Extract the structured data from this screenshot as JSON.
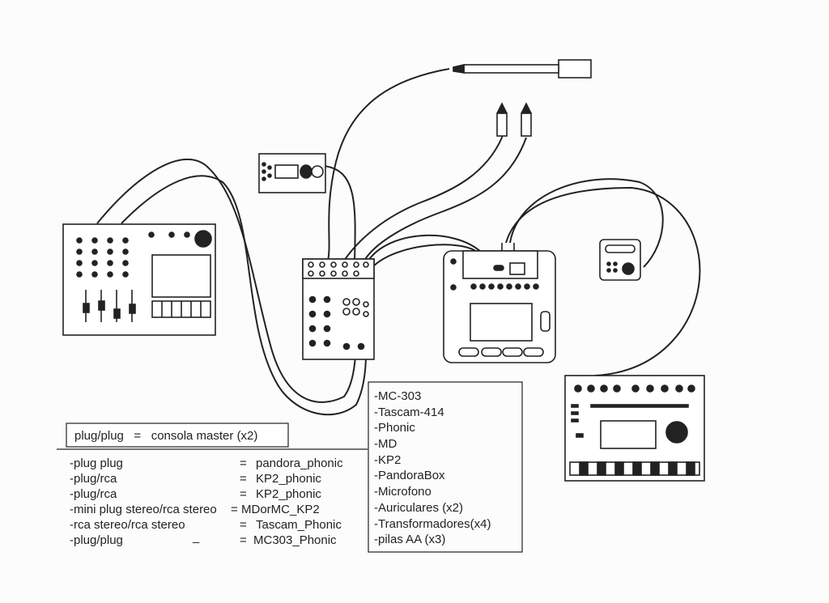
{
  "connection_legend": {
    "header": {
      "from": "plug/plug",
      "sep": "=",
      "to": "consola master (x2)"
    },
    "rows": [
      {
        "from": "-plug plug",
        "to": "pandora_phonic",
        "mark": ""
      },
      {
        "from": "-plug/rca",
        "to": "KP2_phonic",
        "mark": ""
      },
      {
        "from": "-plug/rca",
        "to": "KP2_phonic",
        "mark": ""
      },
      {
        "from": "-mini plug stereo/rca stereo",
        "to": "MDorMC_KP2",
        "mark": ""
      },
      {
        "from": "-rca stereo/rca stereo",
        "to": "Tascam_Phonic",
        "mark": ""
      },
      {
        "from": "-plug/plug",
        "to": "MC303_Phonic",
        "mark": "_"
      }
    ],
    "sep": "="
  },
  "inventory": [
    "-MC-303",
    "-Tascam-414",
    "-Phonic",
    "-MD",
    "-KP2",
    "-PandoraBox",
    "-Microfono",
    "-Auriculares (x2)",
    "-Transformadores(x4)",
    "-pilas AA (x3)"
  ]
}
